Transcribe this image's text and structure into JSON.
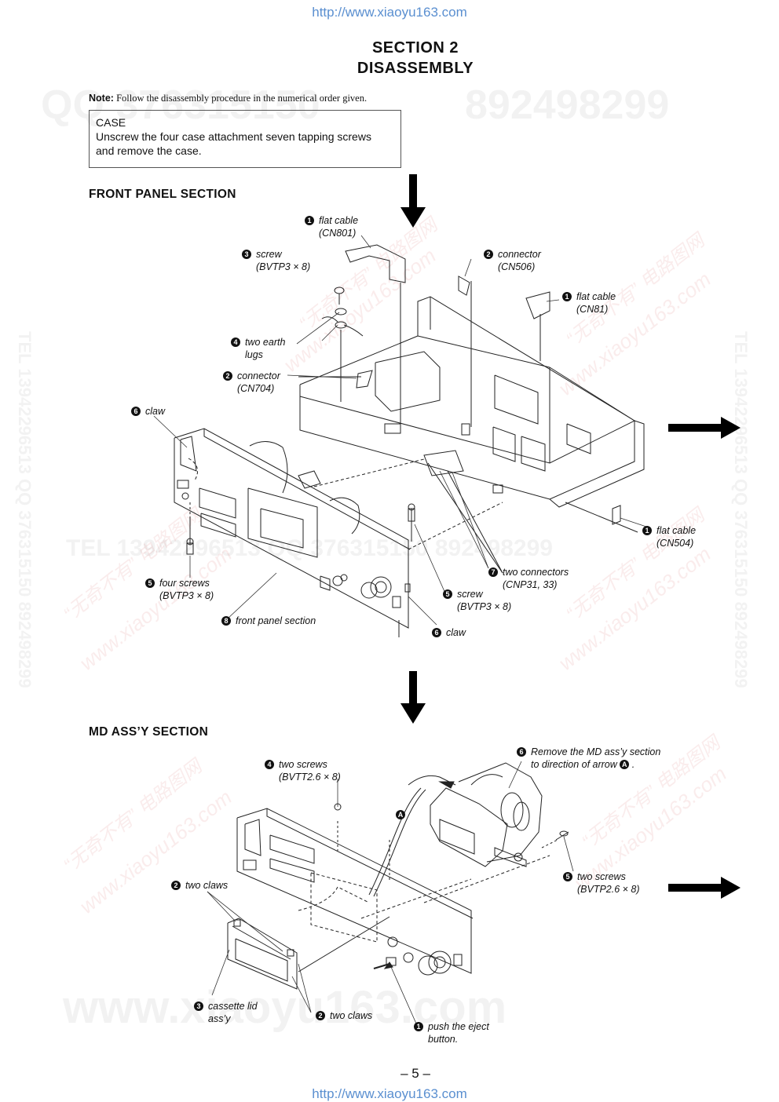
{
  "header_url": "http://www.xiaoyu163.com",
  "footer_url": "http://www.xiaoyu163.com",
  "title": {
    "line1": "SECTION  2",
    "line2": "DISASSEMBLY"
  },
  "note": {
    "label": "Note:",
    "text": " Follow the disassembly procedure in the numerical order given."
  },
  "case_box": {
    "title": "CASE",
    "line1": "Unscrew the four case attachment seven tapping screws",
    "line2": "and remove the case."
  },
  "front_panel": {
    "heading": "FRONT  PANEL  SECTION",
    "callouts": [
      {
        "num": "1",
        "l1": "flat cable",
        "l2": "(CN801)"
      },
      {
        "num": "3",
        "l1": "screw",
        "l2": "(BVTP3 × 8)"
      },
      {
        "num": "2",
        "l1": "connector",
        "l2": "(CN506)"
      },
      {
        "num": "1",
        "l1": "flat cable",
        "l2": "(CN81)"
      },
      {
        "num": "4",
        "l1": "two earth",
        "l2": "lugs"
      },
      {
        "num": "2",
        "l1": "connector",
        "l2": "(CN704)"
      },
      {
        "num": "6",
        "l1": "claw",
        "l2": ""
      },
      {
        "num": "1",
        "l1": "flat cable",
        "l2": "(CN504)"
      },
      {
        "num": "7",
        "l1": "two connectors",
        "l2": "(CNP31, 33)"
      },
      {
        "num": "5",
        "l1": "four screws",
        "l2": "(BVTP3 × 8)"
      },
      {
        "num": "5",
        "l1": "screw",
        "l2": "(BVTP3 × 8)"
      },
      {
        "num": "8",
        "l1": "front panel section",
        "l2": ""
      },
      {
        "num": "6",
        "l1": "claw",
        "l2": ""
      }
    ]
  },
  "md_assy": {
    "heading": "MD  ASS’Y  SECTION",
    "callouts": [
      {
        "num": "4",
        "l1": "two screws",
        "l2": "(BVTT2.6 × 8)"
      },
      {
        "num": "6",
        "l1": "Remove the MD ass’y section",
        "l2": "to direction of arrow"
      },
      {
        "num": "A",
        "l1": "",
        "l2": ""
      },
      {
        "num": "2",
        "l1": "two claws",
        "l2": ""
      },
      {
        "num": "5",
        "l1": "two screws",
        "l2": "(BVTP2.6 × 8)"
      },
      {
        "num": "3",
        "l1": "cassette lid",
        "l2": "ass’y"
      },
      {
        "num": "2",
        "l1": "two claws",
        "l2": ""
      },
      {
        "num": "1",
        "l1": "push the eject",
        "l2": "button."
      }
    ],
    "arrow_ref": "A",
    "arrow_ref_suffix": " ."
  },
  "page_number": "– 5 –",
  "watermarks": {
    "big_line1_left": "QQ 376315150",
    "big_line1_right": "892498299",
    "tel_mid": "TEL 13942296513   QQ 376315150   892498299",
    "vertical": "TEL 13942296513  QQ 376315150  892498299",
    "web_bottom": "www.xiaoyu163.com",
    "diag_cn": "“无奇不有” 电路图网",
    "diag_url": "www.xiaoyu163.com"
  }
}
